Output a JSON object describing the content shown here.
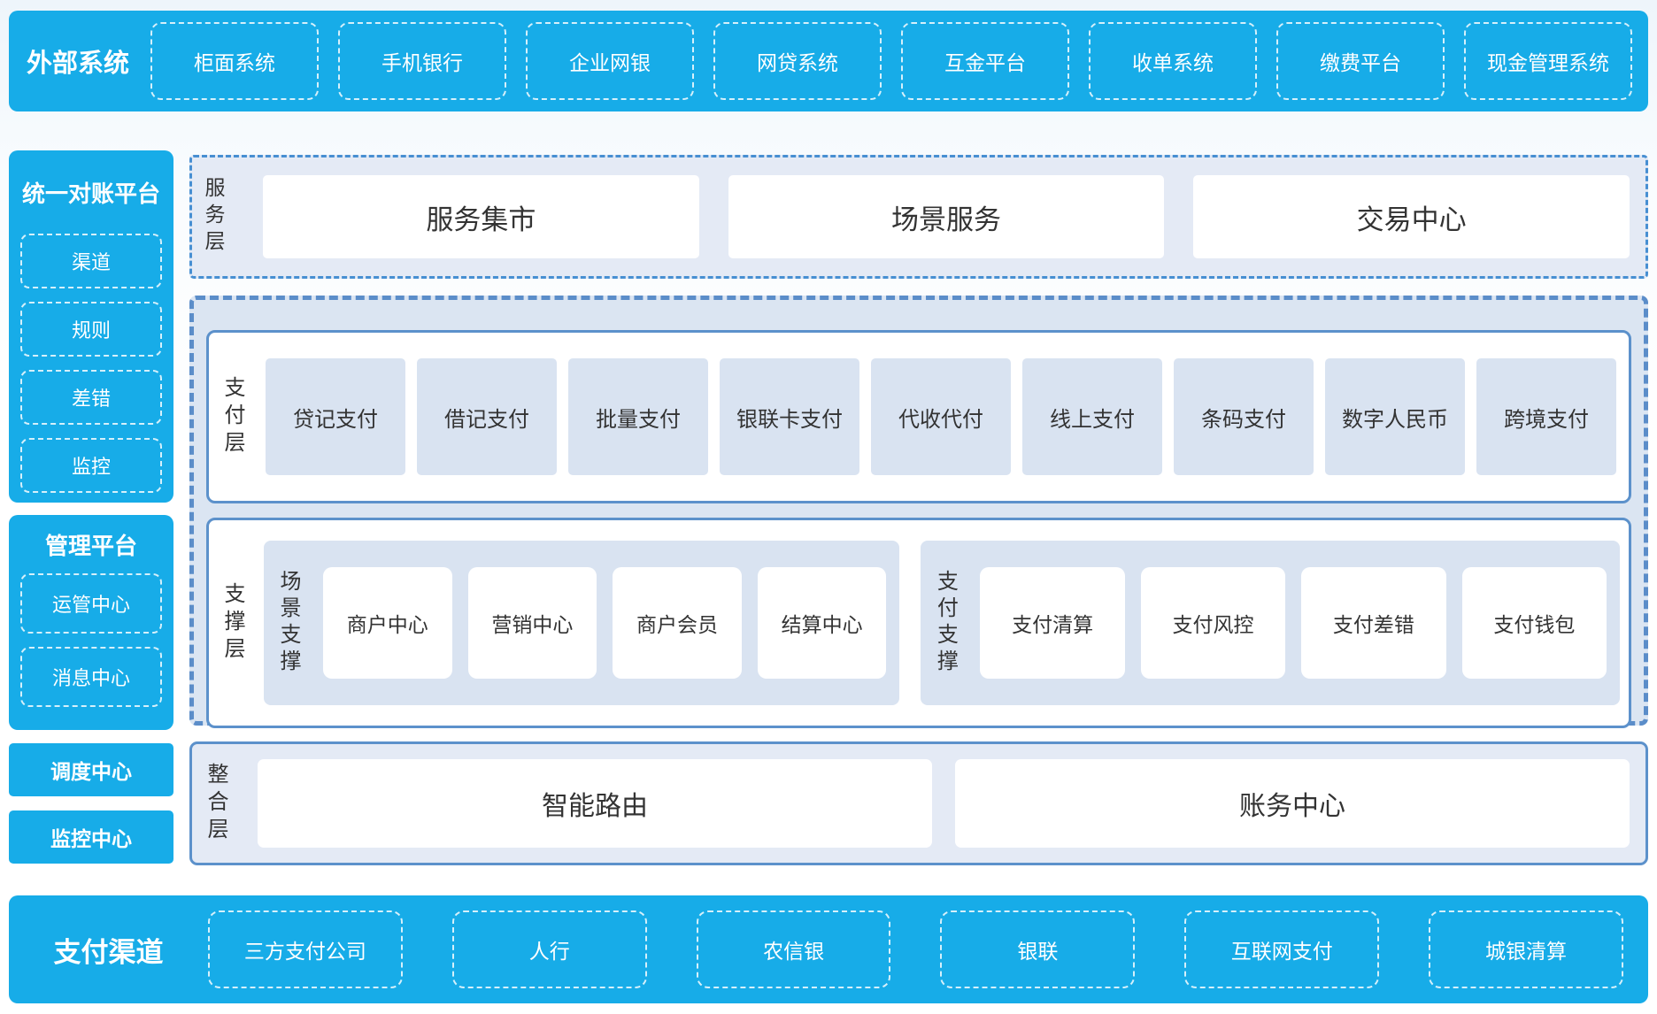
{
  "colors": {
    "accent_blue": "#17ACE8",
    "solid_border_blue": "#5C91CB",
    "dashed_border_blue": "#5B8DC9",
    "service_border_blue": "#478FD2",
    "panel_bg": "#E4EAF5",
    "container_bg": "#DBE5F2",
    "tile_bg": "#D9E3F1",
    "text_dark": "#333333"
  },
  "top_bar": {
    "label": "外部系统",
    "items": [
      "柜面系统",
      "手机银行",
      "企业网银",
      "网贷系统",
      "互金平台",
      "收单系统",
      "缴费平台",
      "现金管理系统"
    ]
  },
  "sidebar": {
    "reconciliation_panel": {
      "title": "统一对账平台",
      "items": [
        "渠道",
        "规则",
        "差错",
        "监控"
      ]
    },
    "management_panel": {
      "title": "管理平台",
      "items": [
        "运管中心",
        "消息中心"
      ]
    },
    "dispatch_center": "调度中心",
    "monitoring_center": "监控中心"
  },
  "layers": {
    "service": {
      "label": "服务层",
      "boxes": [
        "服务集市",
        "场景服务",
        "交易中心"
      ]
    },
    "payment": {
      "label": "支付层",
      "boxes": [
        "贷记支付",
        "借记支付",
        "批量支付",
        "银联卡支付",
        "代收代付",
        "线上支付",
        "条码支付",
        "数字人民币",
        "跨境支付"
      ]
    },
    "support": {
      "label": "支撑层",
      "scene_section": {
        "label": "场景支撑",
        "boxes": [
          "商户中心",
          "营销中心",
          "商户会员",
          "结算中心"
        ]
      },
      "payment_section": {
        "label": "支付支撑",
        "boxes": [
          "支付清算",
          "支付风控",
          "支付差错",
          "支付钱包"
        ]
      }
    },
    "integration": {
      "label": "整合层",
      "boxes": [
        "智能路由",
        "账务中心"
      ]
    }
  },
  "bottom_bar": {
    "label": "支付渠道",
    "items": [
      "三方支付公司",
      "人行",
      "农信银",
      "银联",
      "互联网支付",
      "城银清算"
    ]
  }
}
